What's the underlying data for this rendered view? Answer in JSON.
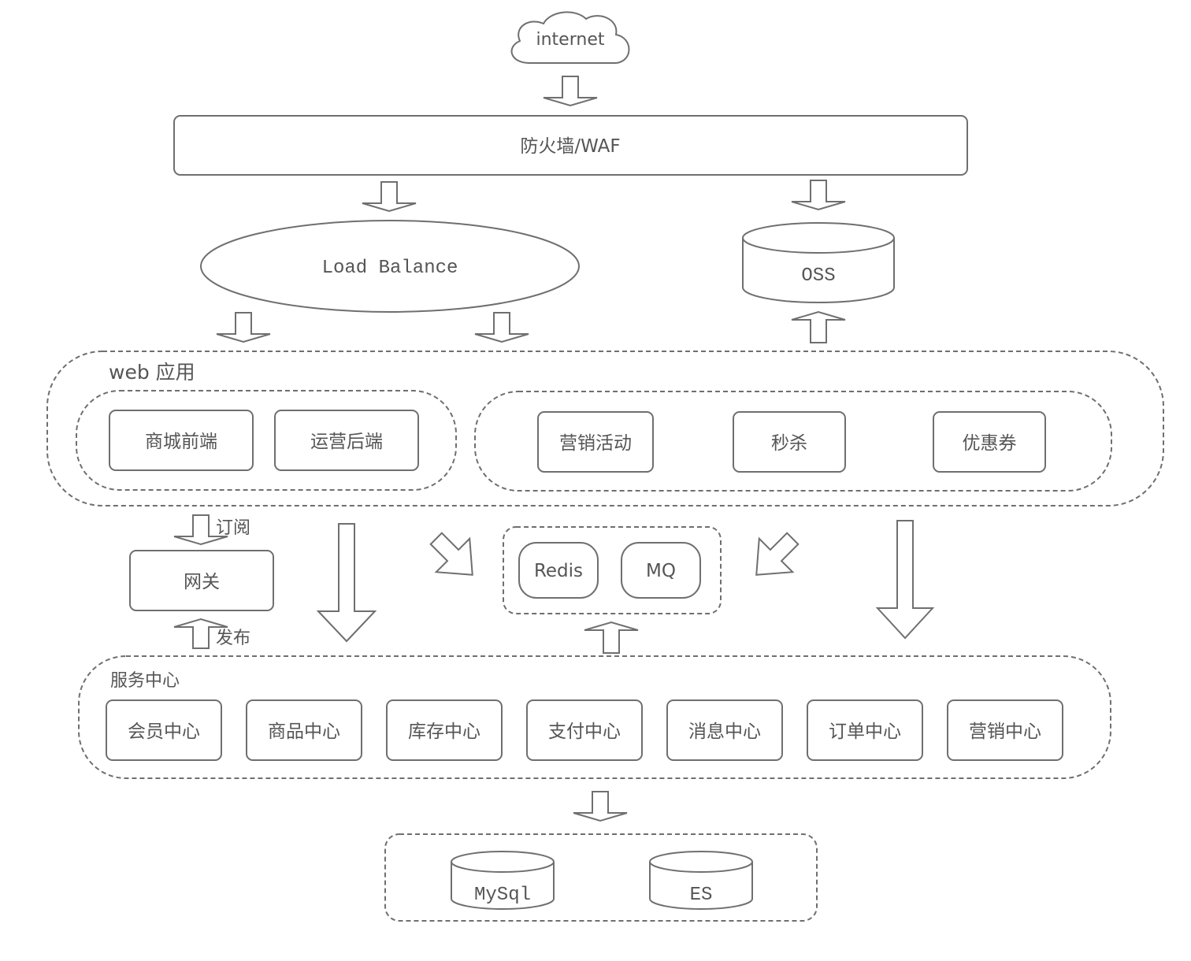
{
  "internet": "internet",
  "firewall": "防火墙/WAF",
  "load_balance": "Load Balance",
  "oss": "OSS",
  "web_app": {
    "title": "web 应用",
    "left": [
      "商城前端",
      "运营后端"
    ],
    "right": [
      "营销活动",
      "秒杀",
      "优惠券"
    ]
  },
  "gateway": "网关",
  "subscribe": "订阅",
  "publish": "发布",
  "cache": {
    "redis": "Redis",
    "mq": "MQ"
  },
  "services": {
    "title": "服务中心",
    "items": [
      "会员中心",
      "商品中心",
      "库存中心",
      "支付中心",
      "消息中心",
      "订单中心",
      "营销中心"
    ]
  },
  "storage": {
    "mysql": "MySql",
    "es": "ES"
  }
}
